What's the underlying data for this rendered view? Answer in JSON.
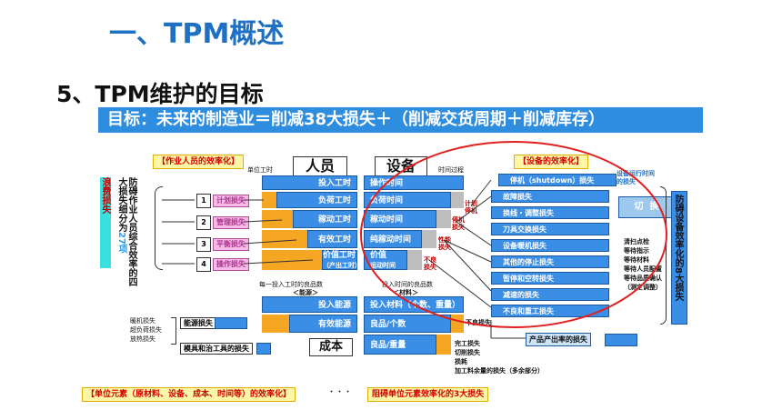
{
  "slide": {
    "title": "一、TPM概述",
    "subtitle": "5、TPM维护的目标",
    "goal_label": "目标：",
    "goal_text": "未来的制造业＝削减38大损失＋（削减交货周期＋削减库存）"
  },
  "left_section": {
    "header": "【作业人员的效率化】",
    "vertical_label_cyan": "浪费损失",
    "vertical_label_black": "防碍作业人员综合效率的四大损失细分为",
    "vertical_label_suffix": "27项",
    "losses": [
      {
        "num": "1",
        "label": "计划损失"
      },
      {
        "num": "2",
        "label": "管理损失"
      },
      {
        "num": "3",
        "label": "平衡损失"
      },
      {
        "num": "4",
        "label": "操作损失"
      }
    ]
  },
  "center": {
    "col_person": "人员",
    "col_equipment": "设备",
    "unit_time_label": "单位工时",
    "time_process_label": "时间过程",
    "person_rows": [
      "投入工时",
      "负荷工时",
      "稼动工时",
      "有效工时",
      "价值工时"
    ],
    "person_sub": "（产出工时）",
    "equip_rows": [
      "操作时间",
      "负荷时间",
      "稼动时间",
      "纯稼动时间",
      "价值"
    ],
    "equip_sub": "运动时间",
    "stop_label1": "计划停机",
    "stop_label2": "停机损失",
    "perf_label": "性能损失",
    "defect_label": "不良损失",
    "input_label_left": "每一投入工时的良品数",
    "energy_header": "＜能源＞",
    "input_label_right": "投入时间的良品数",
    "material_header": "＜材料＞",
    "energy_rows": [
      "投入能源",
      "有效能源"
    ],
    "material_rows": [
      "投入材料（个数、重量）",
      "良品/个数",
      "良品/重量"
    ],
    "cost_label": "成本",
    "defect_loss_label": "不良损失",
    "bottom_losses": [
      "完工损失",
      "切削损失",
      "损耗",
      "加工料余量的损失（多余部分）"
    ]
  },
  "energy_section": {
    "left_labels": [
      "暖机损失",
      "超负荷损失",
      "放热损失"
    ],
    "energy_loss": "能源损失",
    "mold_loss": "模具和治工具的损失"
  },
  "right_section": {
    "header": "【设备的效率化】",
    "vertical_label": "防碍设备效率化的8大损失",
    "items": [
      "停机（shutdown）损失",
      "故障损失",
      "换线・调整损失",
      "刀具交换损失",
      "设备暖机损失",
      "其他的停止损失",
      "暂停和空转损失",
      "减速的损失",
      "不良和重工损失"
    ],
    "note_top": "设备运行时间的损失",
    "switch_label": "切  换",
    "notes": [
      "清扫点检",
      "等待指示",
      "等待材料",
      "等待人员配置",
      "等待品质确认",
      "（测定调整）"
    ],
    "yield_loss": "产品产出率的损失"
  },
  "footer": {
    "left": "【单位元素（原材料、设备、成本、时间等）的效率化】",
    "dots": "・・・",
    "right": "阻碍单位元素效率化的3大损失"
  },
  "colors": {
    "title_blue": "#1f6fc2",
    "accent_blue": "#3b8ee6",
    "circle_red": "#e02020",
    "orange": "#f5a623"
  }
}
